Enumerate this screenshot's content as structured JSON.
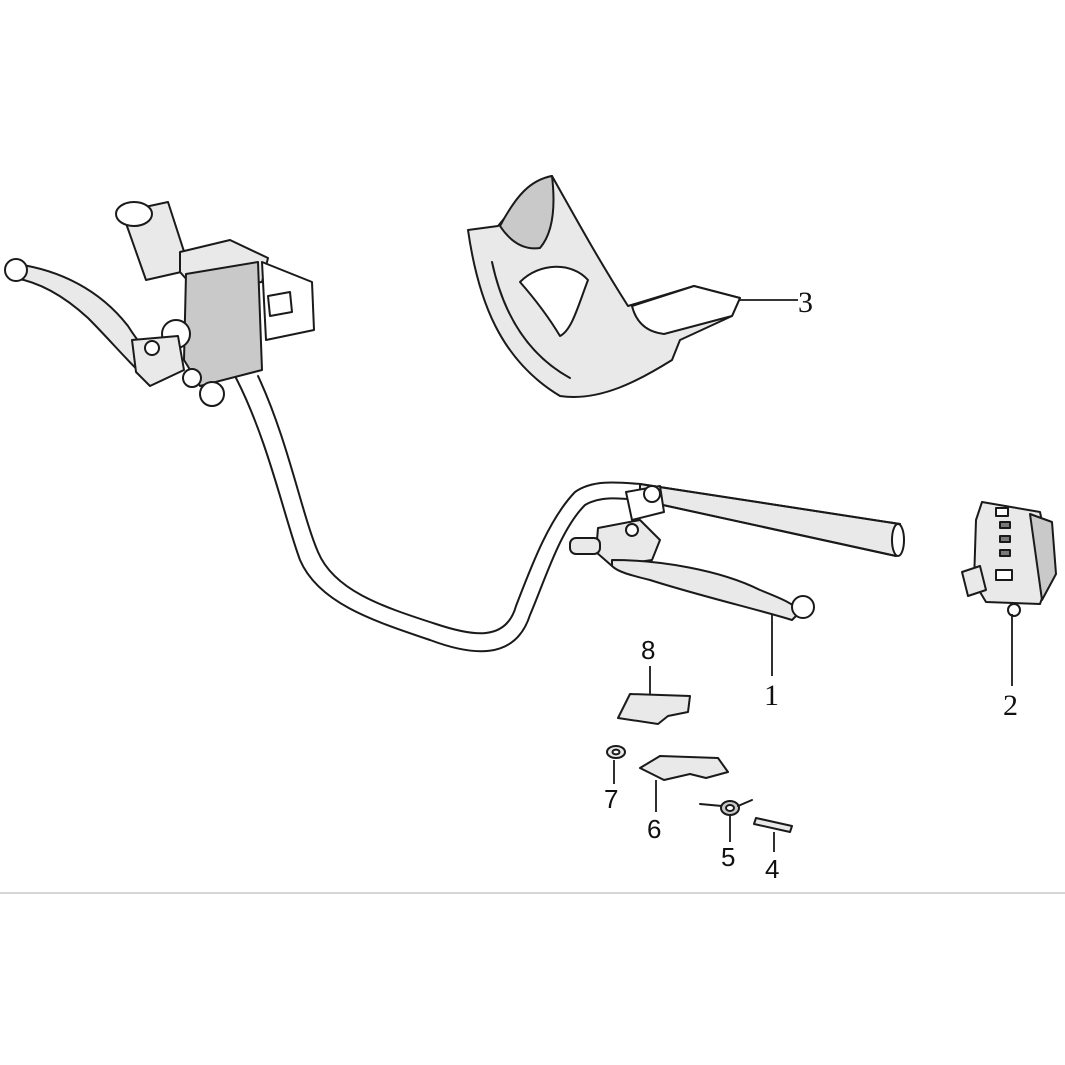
{
  "callouts": [
    {
      "id": "1",
      "label": "1"
    },
    {
      "id": "2",
      "label": "2"
    },
    {
      "id": "3",
      "label": "3"
    },
    {
      "id": "4",
      "label": "4"
    },
    {
      "id": "5",
      "label": "5"
    },
    {
      "id": "6",
      "label": "6"
    },
    {
      "id": "7",
      "label": "7"
    },
    {
      "id": "8",
      "label": "8"
    }
  ],
  "parts": {
    "handlebar": {
      "icon": "handlebar-icon"
    },
    "right_switch": {
      "icon": "switch-housing-icon"
    },
    "handlebar_cover": {
      "icon": "handlebar-cover-icon"
    },
    "pin": {
      "icon": "pin-icon"
    },
    "spring": {
      "icon": "spring-icon"
    },
    "bracket": {
      "icon": "bracket-icon"
    },
    "washer": {
      "icon": "washer-icon"
    },
    "clip_plate": {
      "icon": "clip-plate-icon"
    }
  },
  "colors": {
    "line": "#1a1a1a",
    "shade_light": "#e9e9e9",
    "shade_mid": "#c9c9c9",
    "shade_dark": "#7a7a7a"
  }
}
